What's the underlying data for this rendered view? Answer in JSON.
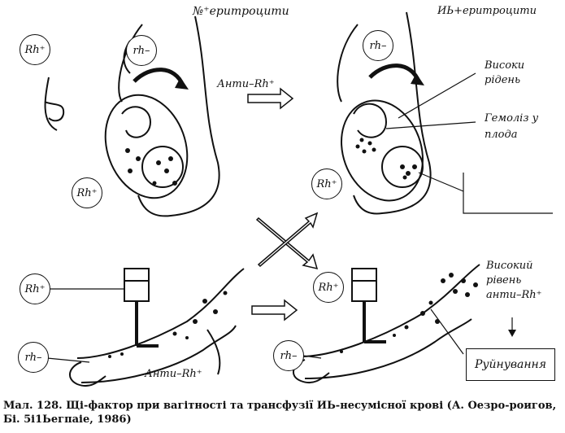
{
  "labels": {
    "top_left_title": "№⁺еритроцити",
    "top_right_title": "ИЬ+еритроцити",
    "anti_rh_top": "Анти–Rh⁺",
    "high_level": "Високи рідень",
    "hemolysis": "Гемоліз у плода",
    "anti_rh_bottom": "Анти–Rh⁺",
    "high_anti_rh": "Високий рівень анти–Rh⁺",
    "destruction": "Руйнування"
  },
  "circles": {
    "rh_pos_mother_left": "Rh⁺",
    "rh_neg_mother_left": "rh–",
    "rh_pos_fetus_left": "Rh⁺",
    "rh_neg_mother_right": "rh–",
    "rh_pos_fetus_right": "Rh⁺",
    "rh_pos_donor_left": "Rh⁺",
    "rh_neg_recipient_left": "rh–",
    "rh_pos_donor_right": "Rh⁺",
    "rh_neg_recipient_right": "rh–"
  },
  "caption": "Мал. 128. Щі-фактор при вагітності та трансфузії ИЬ-несумісної крові (А. Оезро-роигов, Бі. 5і1Ьегпаіе, 1986)"
}
